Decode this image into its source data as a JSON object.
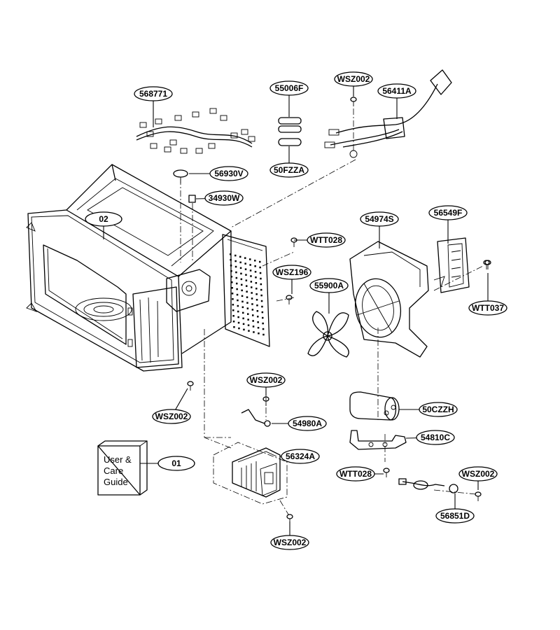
{
  "callouts": [
    {
      "id": "568771",
      "label": "568771"
    },
    {
      "id": "55006F",
      "label": "55006F"
    },
    {
      "id": "WSZ002-a",
      "label": "WSZ002"
    },
    {
      "id": "56411A",
      "label": "56411A"
    },
    {
      "id": "50FZZA",
      "label": "50FZZA"
    },
    {
      "id": "56930V",
      "label": "56930V"
    },
    {
      "id": "34930W",
      "label": "34930W"
    },
    {
      "id": "02",
      "label": "02"
    },
    {
      "id": "WTT028-a",
      "label": "WTT028"
    },
    {
      "id": "54974S",
      "label": "54974S"
    },
    {
      "id": "56549F",
      "label": "56549F"
    },
    {
      "id": "WSZ196",
      "label": "WSZ196"
    },
    {
      "id": "55900A",
      "label": "55900A"
    },
    {
      "id": "WTT037",
      "label": "WTT037"
    },
    {
      "id": "WSZ002-b",
      "label": "WSZ002"
    },
    {
      "id": "WSZ002-c",
      "label": "WSZ002"
    },
    {
      "id": "50CZZH",
      "label": "50CZZH"
    },
    {
      "id": "54980A",
      "label": "54980A"
    },
    {
      "id": "54810C",
      "label": "54810C"
    },
    {
      "id": "01",
      "label": "01"
    },
    {
      "id": "56324A",
      "label": "56324A"
    },
    {
      "id": "WTT028-b",
      "label": "WTT028"
    },
    {
      "id": "WSZ002-d",
      "label": "WSZ002"
    },
    {
      "id": "56851D",
      "label": "56851D"
    },
    {
      "id": "WSZ002-e",
      "label": "WSZ002"
    }
  ],
  "booklet": {
    "lines": [
      "User &",
      "Care",
      "Guide"
    ]
  }
}
